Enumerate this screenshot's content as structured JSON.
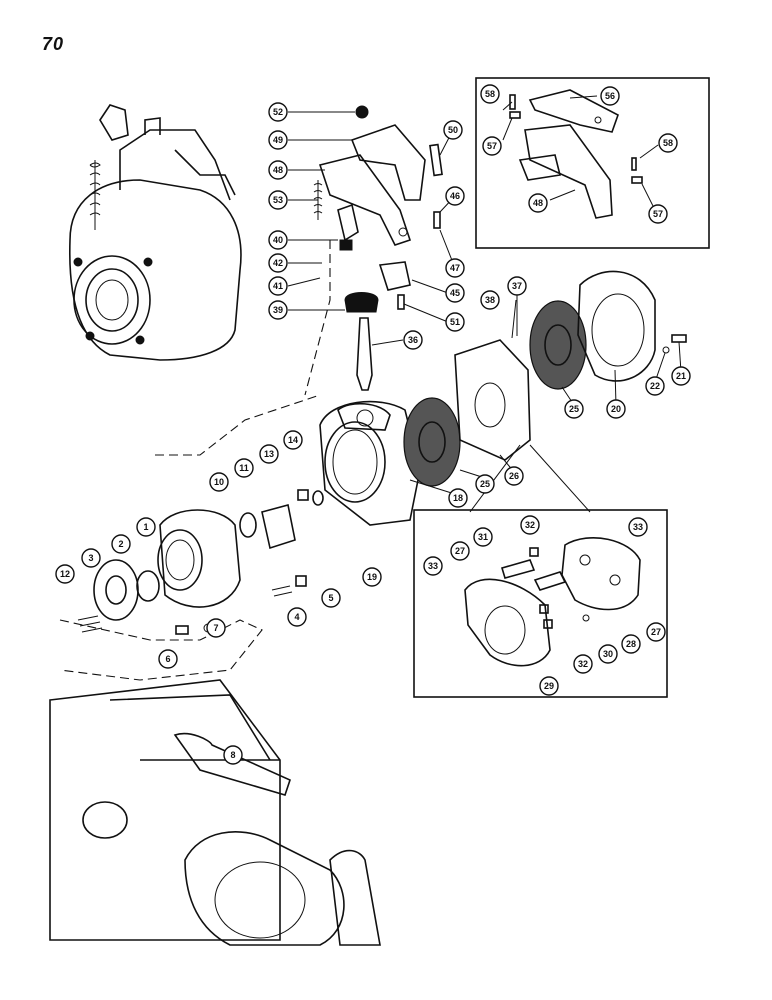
{
  "page": {
    "number": "70"
  },
  "callouts": {
    "c1": "1",
    "c2": "2",
    "c3": "3",
    "c4": "4",
    "c5": "5",
    "c6": "6",
    "c7": "7",
    "c8": "8",
    "c10": "10",
    "c11": "11",
    "c12": "12",
    "c13": "13",
    "c14": "14",
    "c18": "18",
    "c19": "19",
    "c20": "20",
    "c21": "21",
    "c22": "22",
    "c25a": "25",
    "c25b": "25",
    "c26": "26",
    "c27a": "27",
    "c27b": "27",
    "c28": "28",
    "c29": "29",
    "c30": "30",
    "c31": "31",
    "c32a": "32",
    "c32b": "32",
    "c33a": "33",
    "c33b": "33",
    "c36": "36",
    "c37": "37",
    "c38": "38",
    "c39": "39",
    "c40": "40",
    "c41": "41",
    "c42": "42",
    "c45": "45",
    "c46": "46",
    "c47": "47",
    "c48a": "48",
    "c48b": "48",
    "c49": "49",
    "c50": "50",
    "c51": "51",
    "c52": "52",
    "c53": "53",
    "c56": "56",
    "c57a": "57",
    "c57b": "57",
    "c58a": "58",
    "c58b": "58"
  }
}
